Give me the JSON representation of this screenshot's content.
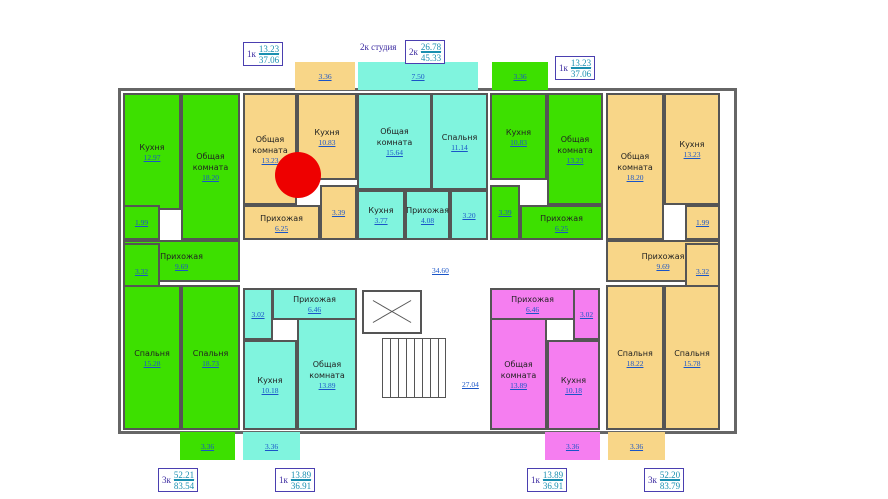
{
  "colors": {
    "green": "#3de000",
    "orange": "#f8d688",
    "cyan": "#80f4de",
    "pink": "#f57ef0"
  },
  "studio_label": "2к студия",
  "tags": [
    {
      "type": "1к",
      "living": "13.23",
      "total": "37.06"
    },
    {
      "type": "2к",
      "living": "26.78",
      "total": "45.33"
    },
    {
      "type": "1к",
      "living": "13.23",
      "total": "37.06"
    },
    {
      "type": "3к",
      "living": "52.21",
      "total": "83.54"
    },
    {
      "type": "1к",
      "living": "13.89",
      "total": "36.91"
    },
    {
      "type": "1к",
      "living": "13.89",
      "total": "36.91"
    },
    {
      "type": "3к",
      "living": "52.20",
      "total": "83.79"
    }
  ],
  "corridor": {
    "area_hall": "34.60",
    "area_stair": "27.04"
  },
  "rooms": [
    {
      "name": "Кухня",
      "area": "12.97",
      "color": "green"
    },
    {
      "name": "Общая\nкомната",
      "area": "18.20",
      "color": "green"
    },
    {
      "name": "",
      "area": "1.99",
      "color": "green"
    },
    {
      "name": "Прихожая",
      "area": "9.69",
      "color": "green"
    },
    {
      "name": "",
      "area": "3.32",
      "color": "green"
    },
    {
      "name": "Спальня",
      "area": "15.28",
      "color": "green"
    },
    {
      "name": "Спальня",
      "area": "18.73",
      "color": "green"
    },
    {
      "name": "Общая\nкомната",
      "area": "13.23",
      "color": "orange"
    },
    {
      "name": "Кухня",
      "area": "10.83",
      "color": "orange"
    },
    {
      "name": "",
      "area": "3.39",
      "color": "orange"
    },
    {
      "name": "Прихожая",
      "area": "6.25",
      "color": "orange"
    },
    {
      "name": "Общая\nкомната",
      "area": "15.64",
      "color": "cyan"
    },
    {
      "name": "Спальня",
      "area": "11.14",
      "color": "cyan"
    },
    {
      "name": "Кухня",
      "area": "3.77",
      "color": "cyan"
    },
    {
      "name": "Прихожая",
      "area": "4.08",
      "color": "cyan"
    },
    {
      "name": "",
      "area": "3.20",
      "color": "cyan"
    },
    {
      "name": "Кухня",
      "area": "10.83",
      "color": "green"
    },
    {
      "name": "Общая\nкомната",
      "area": "13.23",
      "color": "green"
    },
    {
      "name": "",
      "area": "3.39",
      "color": "green"
    },
    {
      "name": "Прихожая",
      "area": "6.25",
      "color": "green"
    },
    {
      "name": "Общая\nкомната",
      "area": "18.20",
      "color": "orange"
    },
    {
      "name": "Кухня",
      "area": "13.23",
      "color": "orange"
    },
    {
      "name": "",
      "area": "1.99",
      "color": "orange"
    },
    {
      "name": "Прихожая",
      "area": "9.69",
      "color": "orange"
    },
    {
      "name": "",
      "area": "3.32",
      "color": "orange"
    },
    {
      "name": "Спальня",
      "area": "18.22",
      "color": "orange"
    },
    {
      "name": "Спальня",
      "area": "15.78",
      "color": "orange"
    },
    {
      "name": "",
      "area": "3.02",
      "color": "cyan"
    },
    {
      "name": "Прихожая",
      "area": "6.46",
      "color": "cyan"
    },
    {
      "name": "Кухня",
      "area": "10.18",
      "color": "cyan"
    },
    {
      "name": "Общая\nкомната",
      "area": "13.89",
      "color": "cyan"
    },
    {
      "name": "Прихожая",
      "area": "6.46",
      "color": "pink"
    },
    {
      "name": "",
      "area": "3.02",
      "color": "pink"
    },
    {
      "name": "Общая\nкомната",
      "area": "13.89",
      "color": "pink"
    },
    {
      "name": "Кухня",
      "area": "10.18",
      "color": "pink"
    }
  ],
  "balconies": [
    {
      "area": "3.36",
      "color": "orange"
    },
    {
      "area": "7.50",
      "color": "cyan"
    },
    {
      "area": "3.36",
      "color": "green"
    },
    {
      "area": "3.36",
      "color": "green"
    },
    {
      "area": "3.36",
      "color": "cyan"
    },
    {
      "area": "3.36",
      "color": "pink"
    },
    {
      "area": "3.36",
      "color": "orange"
    }
  ]
}
